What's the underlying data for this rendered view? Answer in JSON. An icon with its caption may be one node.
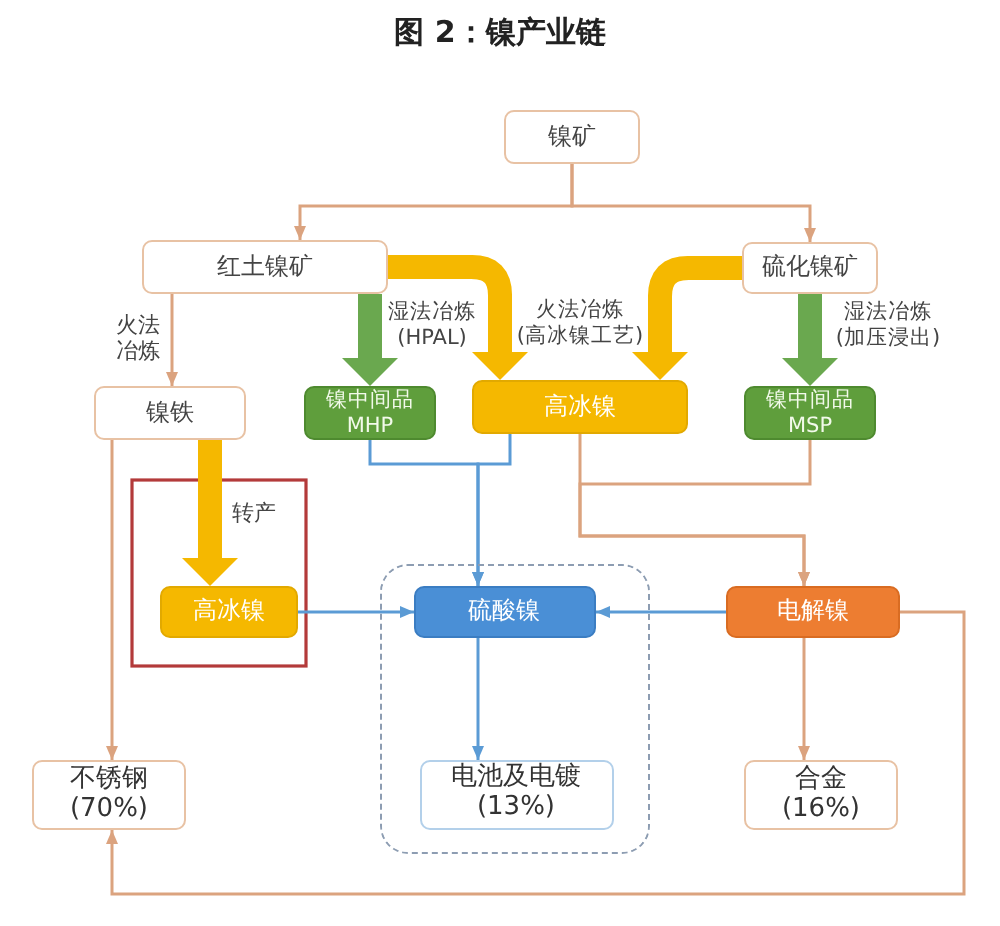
{
  "diagram": {
    "title": "图 2：镍产业链",
    "nodes": [
      {
        "text": [
          "镍矿"
        ]
      },
      {
        "text": [
          "红土镍矿"
        ]
      },
      {
        "text": [
          "硫化镍矿"
        ]
      },
      {
        "text": [
          "镍铁"
        ]
      },
      {
        "text": [
          "镍中间品 MHP"
        ]
      },
      {
        "text": [
          "高冰镍"
        ]
      },
      {
        "text": [
          "镍中间品 MSP"
        ]
      },
      {
        "text": [
          "高冰镍"
        ]
      },
      {
        "text": [],
        "shape": "box"
      },
      {
        "text": [
          "硫酸镍"
        ],
        "in": 8
      },
      {
        "text": [
          "电解镍"
        ]
      },
      {
        "text": [
          "不锈钢",
          "(70%)"
        ]
      },
      {
        "text": [
          "电池及电镀",
          "(13%)"
        ],
        "in": 8
      },
      {
        "text": [
          "合金",
          "(16%)"
        ]
      }
    ],
    "edges": [
      {
        "from": 0,
        "to": 1,
        "arrow": "to"
      },
      {
        "from": 0,
        "to": 2,
        "arrow": "to"
      },
      {
        "from": 1,
        "to": 3,
        "arrow": "to",
        "label": "火法冶炼"
      },
      {
        "from": 1,
        "to": 4,
        "arrow": "to",
        "label": "湿法冶炼 (HPAL)",
        "style": "thick",
        "color": "#6aa84f"
      },
      {
        "from": 1,
        "to": 5,
        "arrow": "to",
        "style": "thick",
        "color": "#f5b800"
      },
      {
        "from": 2,
        "to": 5,
        "arrow": "to",
        "style": "thick",
        "color": "#f5b800"
      },
      {
        "from": 2,
        "to": 6,
        "arrow": "to",
        "label": "湿法冶炼 (加压浸出)",
        "style": "thick",
        "color": "#6aa84f"
      },
      {
        "from": 3,
        "to": 7,
        "arrow": "to",
        "label": "转产",
        "style": "thick",
        "color": "#f5b800"
      },
      {
        "from": 3,
        "to": 11,
        "arrow": "to"
      },
      {
        "from": 4,
        "to": 9,
        "arrow": "to",
        "color": "#5b9bd5"
      },
      {
        "from": 5,
        "to": 9,
        "arrow": "to",
        "color": "#5b9bd5"
      },
      {
        "from": 5,
        "to": 10,
        "arrow": "to"
      },
      {
        "from": 6,
        "to": 10,
        "arrow": "to"
      },
      {
        "from": 7,
        "to": 9,
        "arrow": "to",
        "color": "#5b9bd5"
      },
      {
        "from": 10,
        "to": 9,
        "arrow": "to",
        "color": "#5b9bd5"
      },
      {
        "from": 9,
        "to": 12,
        "arrow": "to",
        "color": "#5b9bd5"
      },
      {
        "from": 10,
        "to": 13,
        "arrow": "to"
      },
      {
        "from": 10,
        "to": 11,
        "arrow": "to"
      }
    ],
    "labels": [
      "火法冶炼 (高冰镍工艺)"
    ]
  }
}
